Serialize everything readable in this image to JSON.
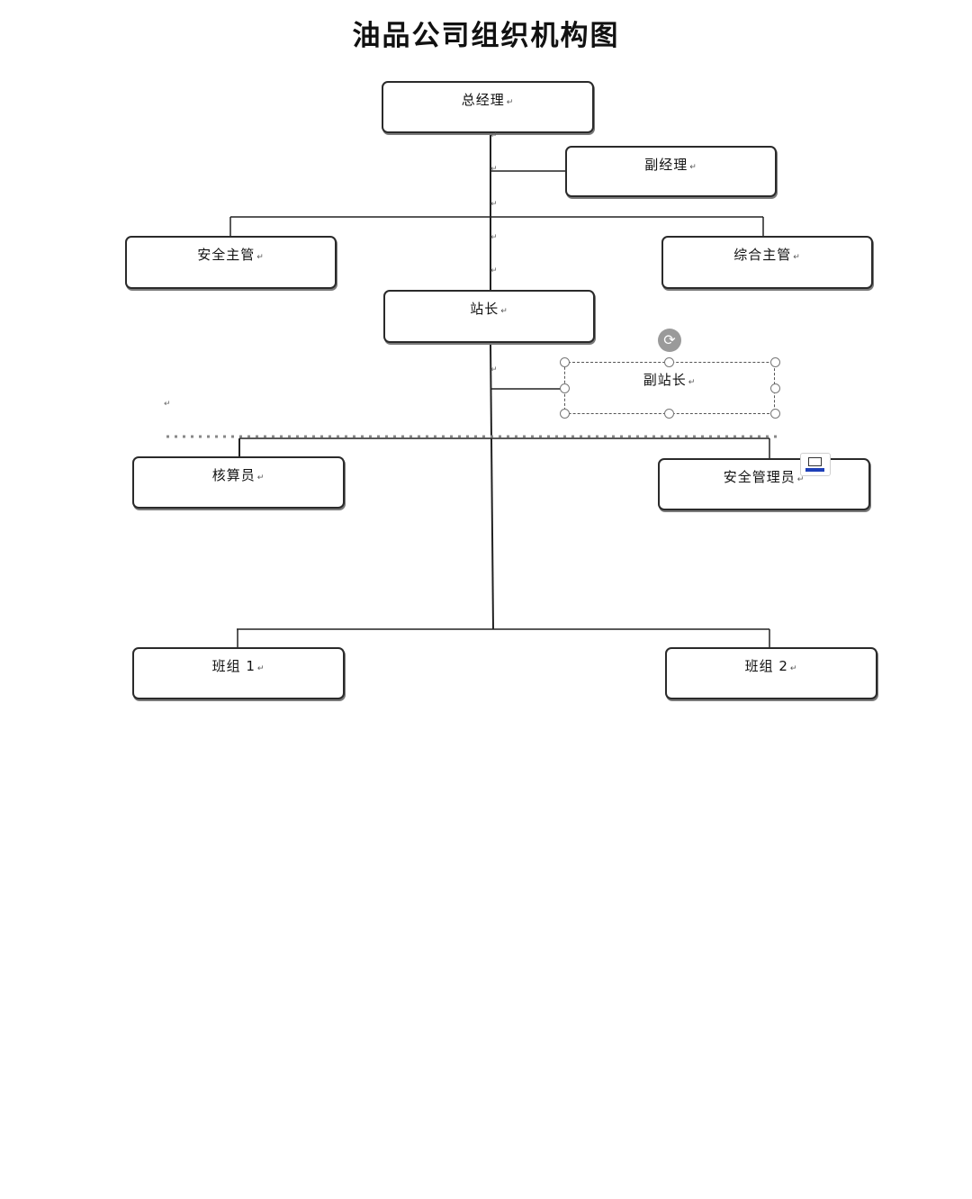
{
  "diagram": {
    "title": "油品公司组织机构图",
    "paragraph_mark": "↵",
    "nodes": {
      "general_manager": "总经理",
      "deputy_manager": "副经理",
      "safety_supervisor": "安全主管",
      "general_affairs_supervisor": "综合主管",
      "station_master": "站长",
      "deputy_station_master": "副站长",
      "accountant": "核算员",
      "safety_administrator": "安全管理员",
      "team_1": "班组 1",
      "team_2": "班组 2"
    },
    "editor": {
      "selected_shape": "deputy_station_master",
      "rotate_icon": "rotate-icon",
      "layout_options_icon": "layout-options-icon",
      "accent_color": "#1e3fb8"
    }
  }
}
